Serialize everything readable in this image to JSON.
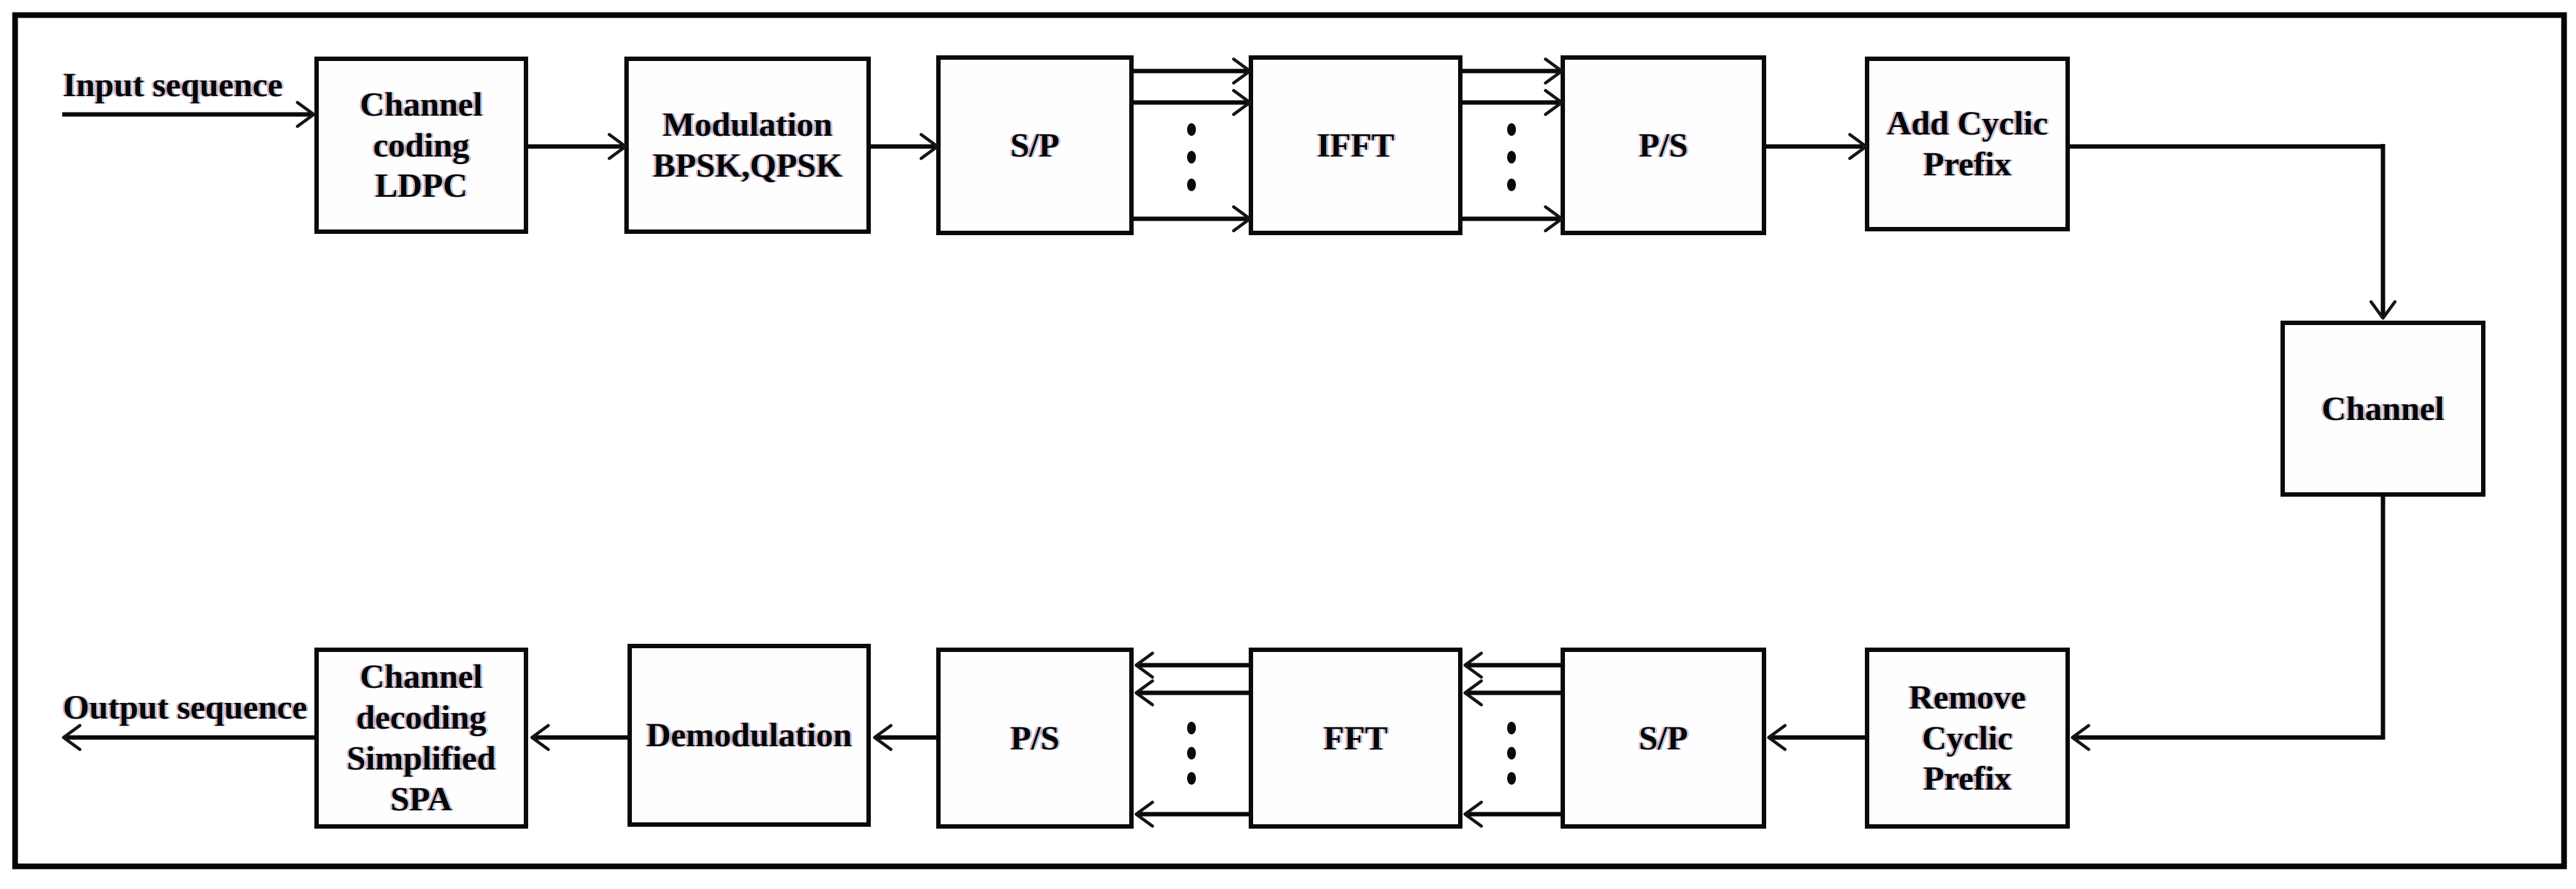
{
  "colors": {
    "ink": "#000000",
    "paper": "#ffffff"
  },
  "edge_labels": {
    "input": "Input sequence",
    "output": "Output sequence"
  },
  "nodes": {
    "channel_coding": {
      "label": "Channel\ncoding\nLDPC"
    },
    "modulation": {
      "label": "Modulation\nBPSK,QPSK"
    },
    "sp_top": {
      "label": "S/P"
    },
    "ifft": {
      "label": "IFFT"
    },
    "ps_top": {
      "label": "P/S"
    },
    "add_cyclic_prefix": {
      "label": "Add Cyclic\nPrefix"
    },
    "channel": {
      "label": "Channel"
    },
    "remove_cyclic_prefix": {
      "label": "Remove\nCyclic\nPrefix"
    },
    "sp_bottom": {
      "label": "S/P"
    },
    "fft": {
      "label": "FFT"
    },
    "ps_bottom": {
      "label": "P/S"
    },
    "demodulation": {
      "label": "Demodulation"
    },
    "channel_decoding": {
      "label": "Channel\ndecoding\nSimplified\nSPA"
    }
  },
  "notation": {
    "parallel_lines_per_bundle": 3,
    "ellipsis_dots_per_bundle": 3
  }
}
